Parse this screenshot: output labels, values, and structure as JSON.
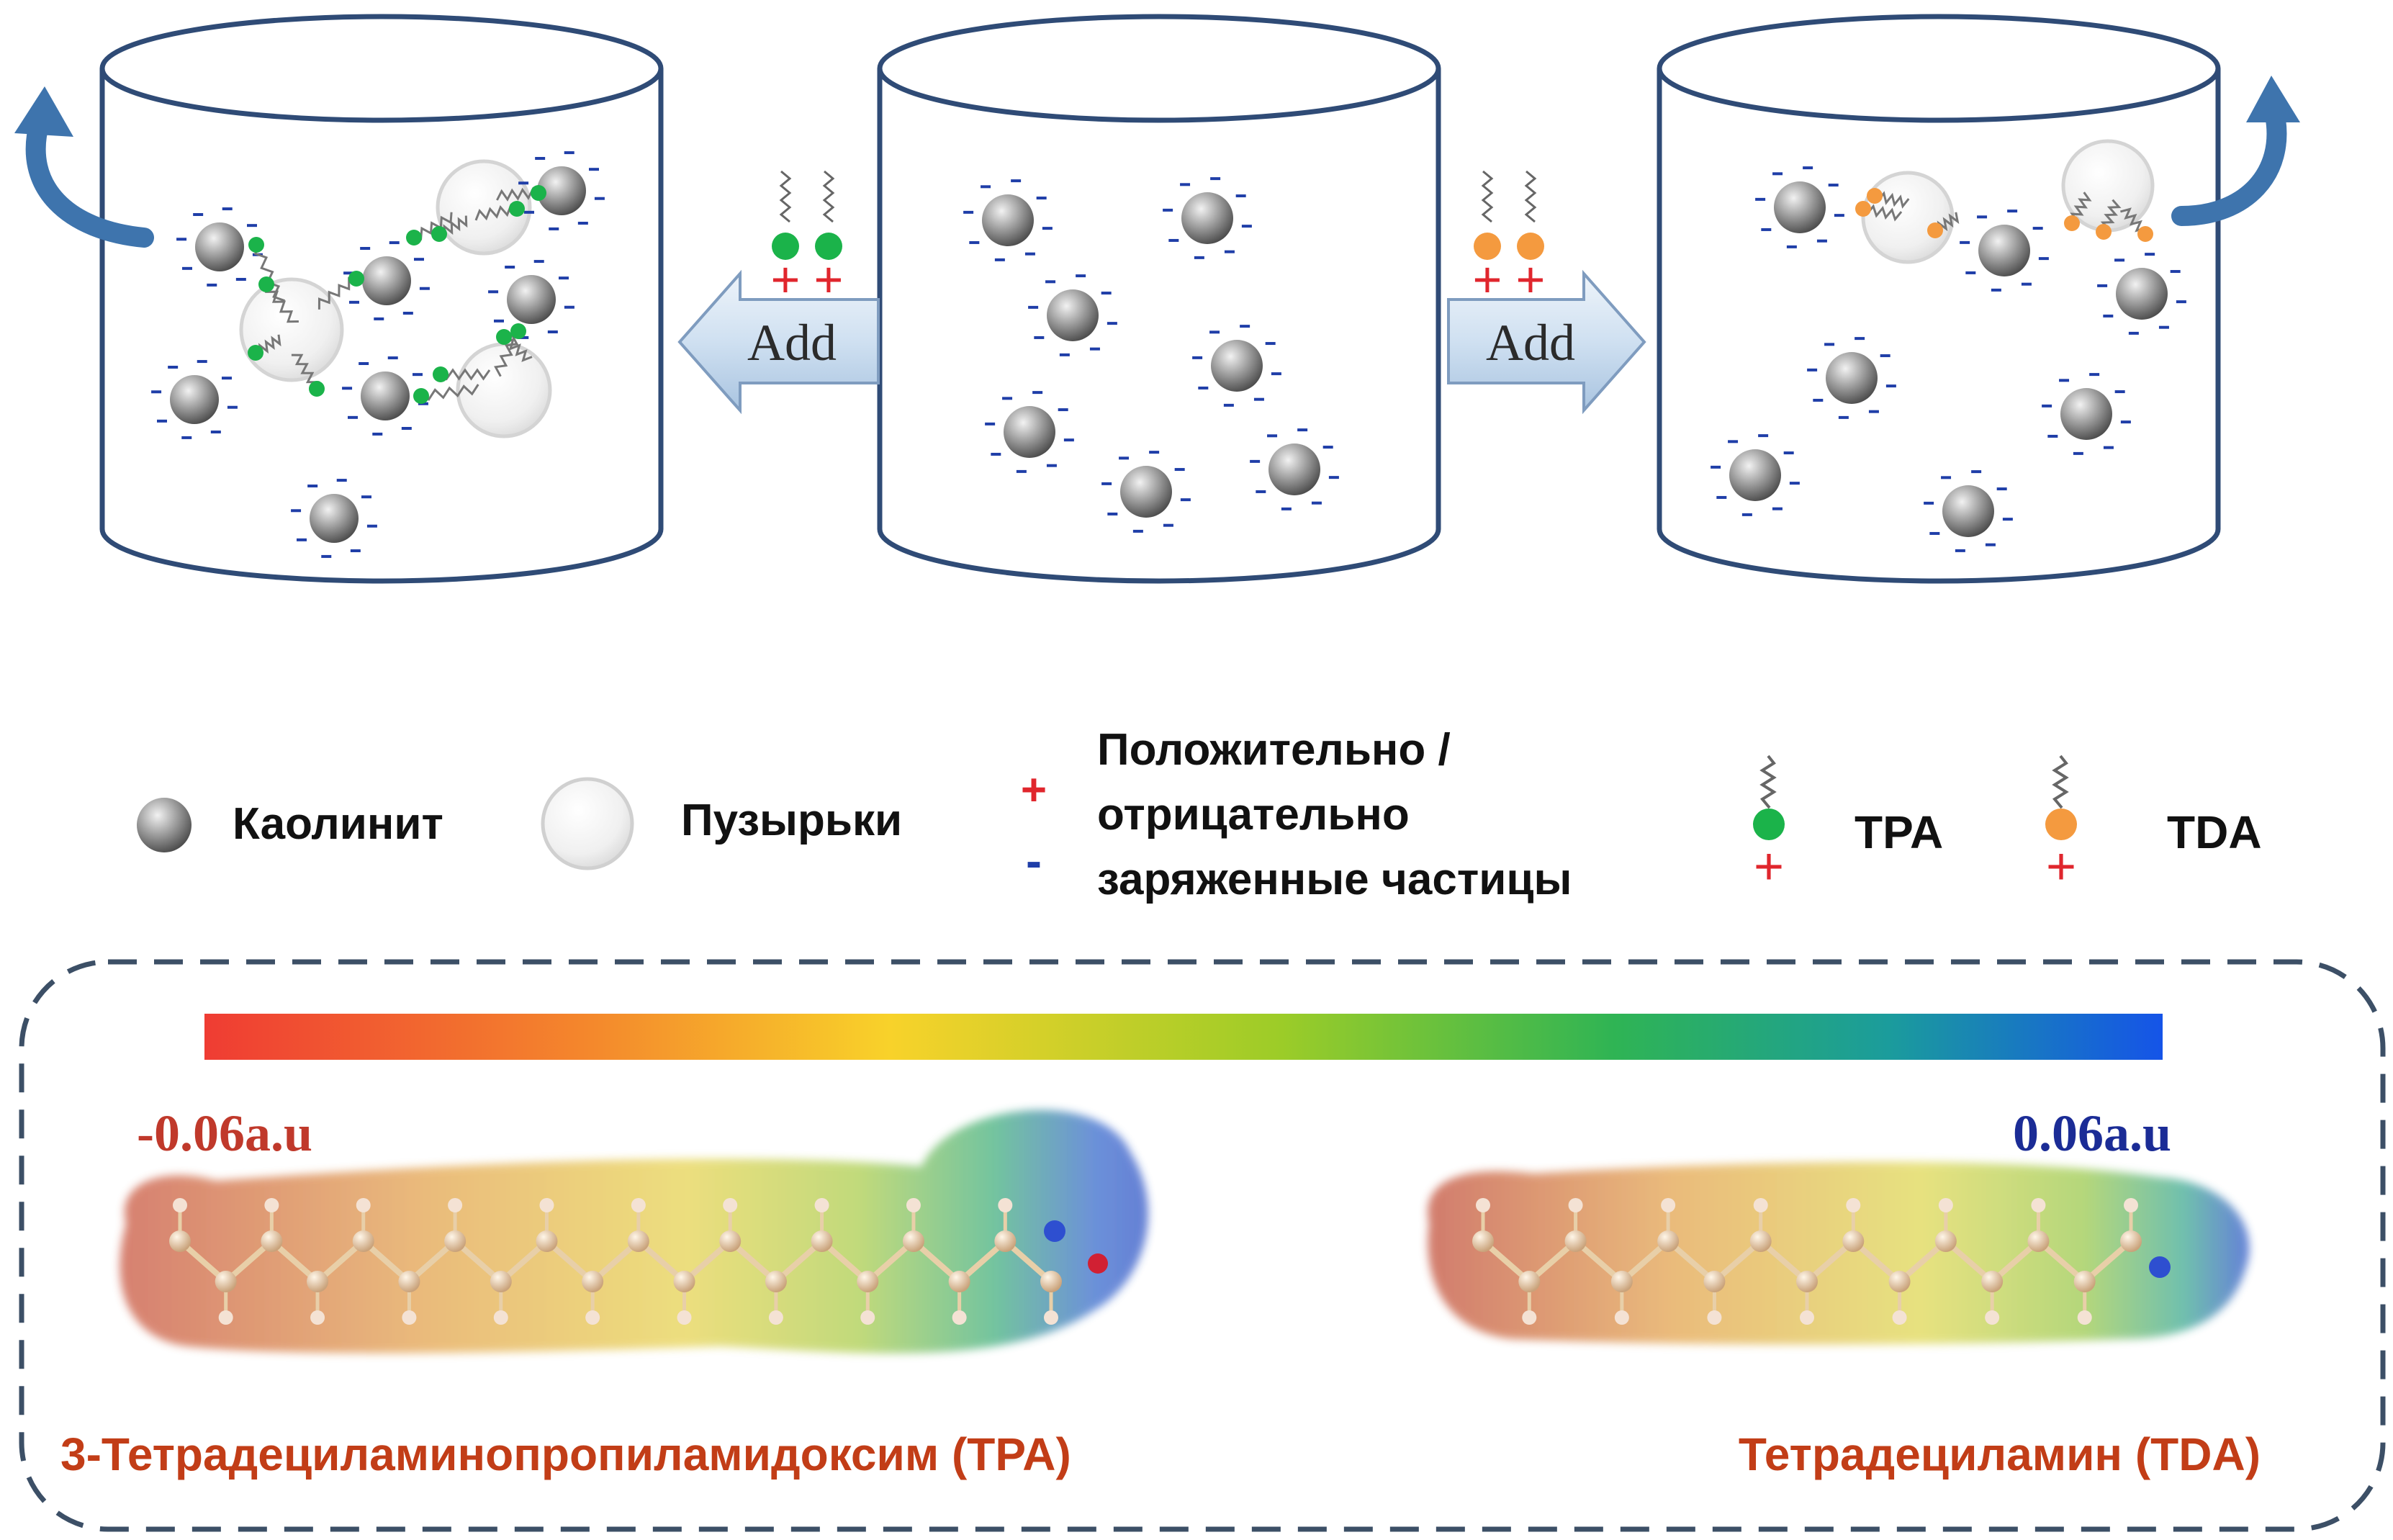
{
  "top": {
    "add_left": "Add",
    "add_right": "Add"
  },
  "legend": {
    "kaolinite": "Каолинит",
    "bubbles": "Пузырьки",
    "plus_sign": "+",
    "minus_sign": "-",
    "charge_line1": "Положительно /",
    "charge_line2": "отрицательно",
    "charge_line3": "заряженные частицы",
    "tpa": "TPA",
    "tda": "TDA"
  },
  "bottom": {
    "neg_value": "-0.06a.u",
    "pos_value": "0.06a.u",
    "tpa_name": "3-Тетрадециламинопропиламидоксим (TPA)",
    "tda_name": "Тетрадециламин (TDA)"
  },
  "colors": {
    "outline": "#2f4b76",
    "arrow": "#3e74ad",
    "tpa_head": "#1bb34a",
    "tda_head": "#f49a3f",
    "label_red": "#c0392b",
    "label_blue": "#1b2c96",
    "name_color": "#c23d17",
    "frame_dash": "#3c4f66"
  }
}
